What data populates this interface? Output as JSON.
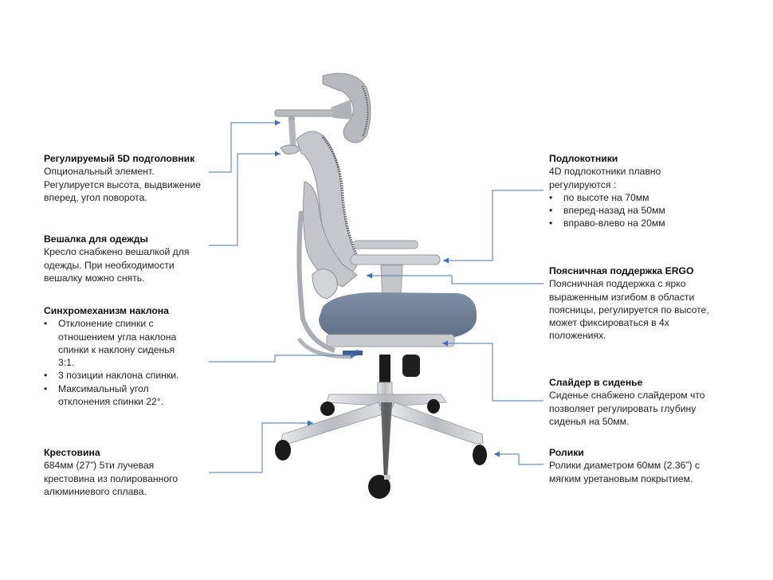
{
  "diagram": {
    "subject": "Office chair feature annotations",
    "accent_line_color": "#6f8db3",
    "arrow_color": "#3a6fc2"
  },
  "left_callouts": [
    {
      "id": "headrest",
      "title": "Регулируемый 5D подголовник",
      "lines": [
        "Опциональный элемент.",
        "Регулируется высота, выдвижение",
        "вперед, угол поворота."
      ]
    },
    {
      "id": "hanger",
      "title": "Вешалка для одежды",
      "lines": [
        "Кресло снабжено вешалкой для",
        "одежды. При необходимости",
        "вешалку можно снять."
      ]
    },
    {
      "id": "synchro",
      "title": "Синхромеханизм наклона",
      "bullets": [
        [
          "Отклонение спинки с",
          "отношением угла наклона",
          "спинки к наклону сиденья",
          "3:1."
        ],
        [
          "3 позиции наклона спинки."
        ],
        [
          "Максимальный угол",
          "отклонения спинки 22°."
        ]
      ]
    },
    {
      "id": "base",
      "title": "Крестовина",
      "lines": [
        "684мм (27”) 5ти лучевая",
        "крестовина из полированного",
        "алюминиевого сплава."
      ]
    }
  ],
  "right_callouts": [
    {
      "id": "armrests",
      "title": "Подлокотники",
      "lines": [
        "4D подлокотники плавно",
        "регулируются :"
      ],
      "bullets": [
        "по высоте на 70мм",
        "вперед-назад на 50мм",
        "вправо-влево на 20мм"
      ]
    },
    {
      "id": "lumbar",
      "title": "Поясничная поддержка ERGO",
      "lines": [
        "Поясничная поддержка с ярко",
        "выраженным изгибом в области",
        "поясницы, регулируется по высоте,",
        "может фиксироваться в 4х",
        "положениях."
      ]
    },
    {
      "id": "seat-slider",
      "title": "Слайдер в сиденье",
      "lines": [
        "Сиденье снабжено слайдером что",
        "позволяет регулировать глубину",
        "сиденья на 50мм."
      ]
    },
    {
      "id": "casters",
      "title": "Ролики",
      "lines": [
        "Ролики диаметром 60мм (2.36”) с",
        "мягким уретановым покрытием."
      ]
    }
  ]
}
